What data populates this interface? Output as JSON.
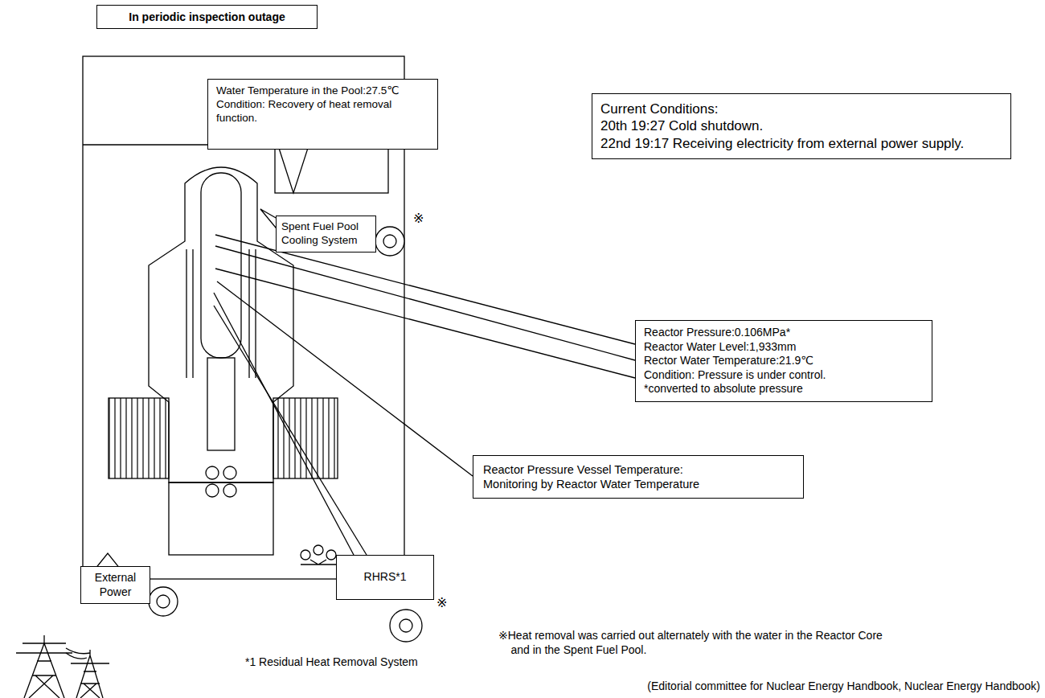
{
  "diagram": {
    "title": "In periodic inspection outage",
    "caption": "(Editorial committee for Nuclear Energy Handbook, Nuclear Energy Handbook)",
    "nodes": [
      {
        "text": [
          "Water Temperature in the Pool:27.5℃",
          "Condition: Recovery of heat removal function."
        ]
      },
      {
        "text": [
          "Current Conditions:",
          "20th 19:27 Cold shutdown.",
          "22nd 19:17 Receiving electricity from external power supply."
        ]
      },
      {
        "text": [
          "Spent Fuel Pool Cooling System"
        ]
      },
      {
        "text": [
          "Reactor Pressure:0.106MPa*",
          "Reactor Water Level:1,933mm",
          "Rector Water Temperature:21.9℃",
          "Condition: Pressure is under control.",
          "*converted to absolute pressure"
        ]
      },
      {
        "text": [
          "Reactor Pressure Vessel Temperature:",
          "Monitoring by Reactor Water Temperature"
        ]
      },
      {
        "text": [
          "External Power"
        ]
      },
      {
        "text": [
          "RHRS*1"
        ]
      }
    ],
    "labels": [
      "※",
      "※",
      "※Heat removal was carried out alternately with the water in the Reactor Core and in the Spent Fuel Pool.",
      "*1 Residual Heat Removal System"
    ]
  }
}
